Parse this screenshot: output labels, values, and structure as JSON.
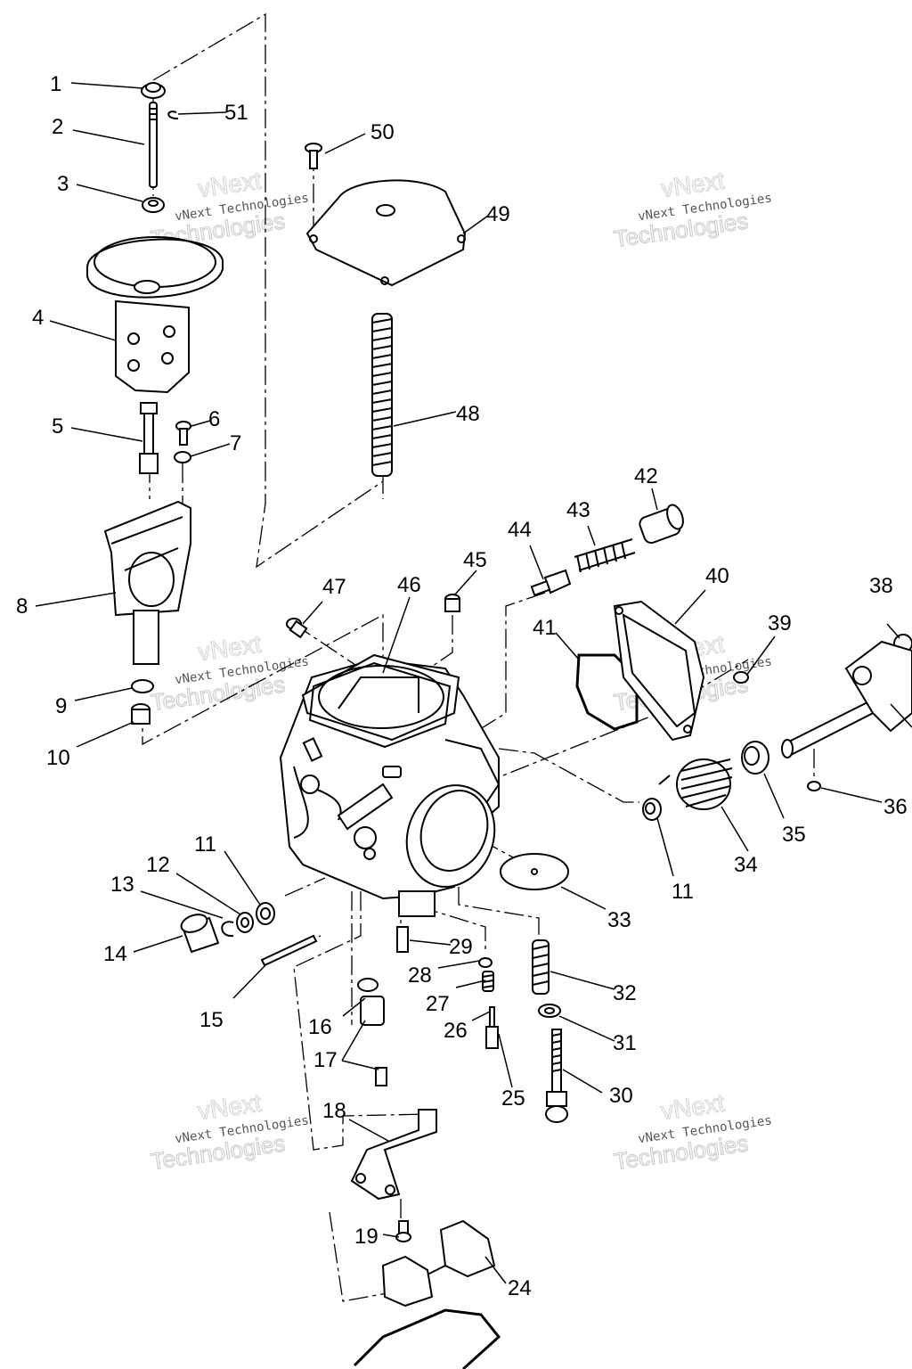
{
  "watermark": {
    "line1": "vNext Technologies",
    "big_top": "vNext",
    "big_bottom": "Technologies"
  },
  "callouts": [
    "1",
    "2",
    "3",
    "4",
    "5",
    "6",
    "7",
    "8",
    "9",
    "10",
    "11",
    "12",
    "13",
    "14",
    "15",
    "16",
    "17",
    "18",
    "19",
    "24",
    "25",
    "26",
    "27",
    "28",
    "29",
    "30",
    "31",
    "32",
    "33",
    "34",
    "11",
    "35",
    "36",
    "38",
    "39",
    "40",
    "41",
    "42",
    "43",
    "44",
    "45",
    "46",
    "47",
    "48",
    "49",
    "50",
    "51"
  ]
}
